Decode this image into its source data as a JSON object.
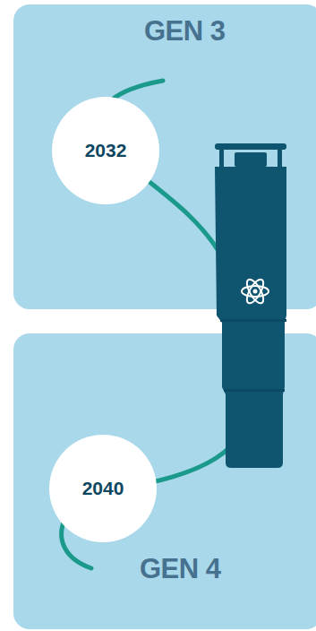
{
  "diagram": {
    "nodes": [
      {
        "text": [
          "GEN 3"
        ]
      },
      {
        "text": [
          "2032"
        ],
        "in": 0
      },
      {
        "text": [
          "GEN 4"
        ]
      },
      {
        "text": [
          "2040"
        ],
        "in": 2
      }
    ]
  }
}
